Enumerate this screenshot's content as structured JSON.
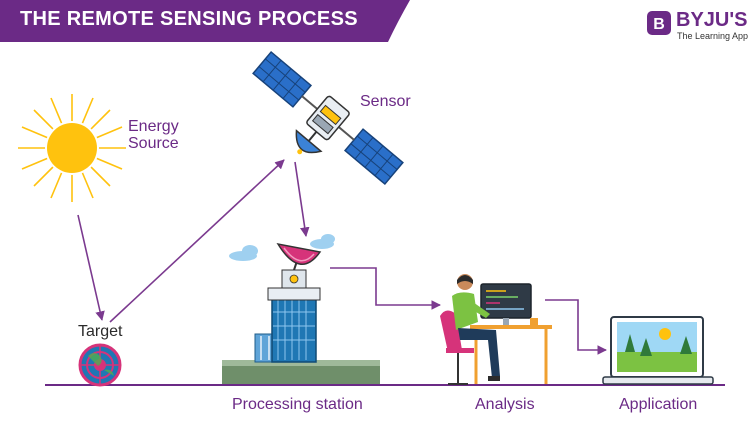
{
  "header": {
    "title": "THE REMOTE SENSING PROCESS"
  },
  "brand": {
    "name": "BYJU'S",
    "tagline": "The Learning App",
    "badge_letter": "B",
    "color": "#6b2a86"
  },
  "labels": {
    "energy_source": [
      "Energy",
      "Source"
    ],
    "sensor": "Sensor",
    "target": "Target",
    "processing_station": "Processing station",
    "analysis": "Analysis",
    "application": "Application"
  },
  "colors": {
    "accent_purple": "#6b2a86",
    "arrow": "#7b3a8f",
    "sun": "#ffc20e",
    "panel_blue": "#3b82d6",
    "building_blue": "#1f77b4",
    "dish_pink": "#d6337a"
  },
  "icons": [
    "sun-icon",
    "satellite-icon",
    "target-globe-icon",
    "ground-station-dish-icon",
    "building-icon",
    "analyst-at-computer-icon",
    "laptop-landscape-icon"
  ]
}
